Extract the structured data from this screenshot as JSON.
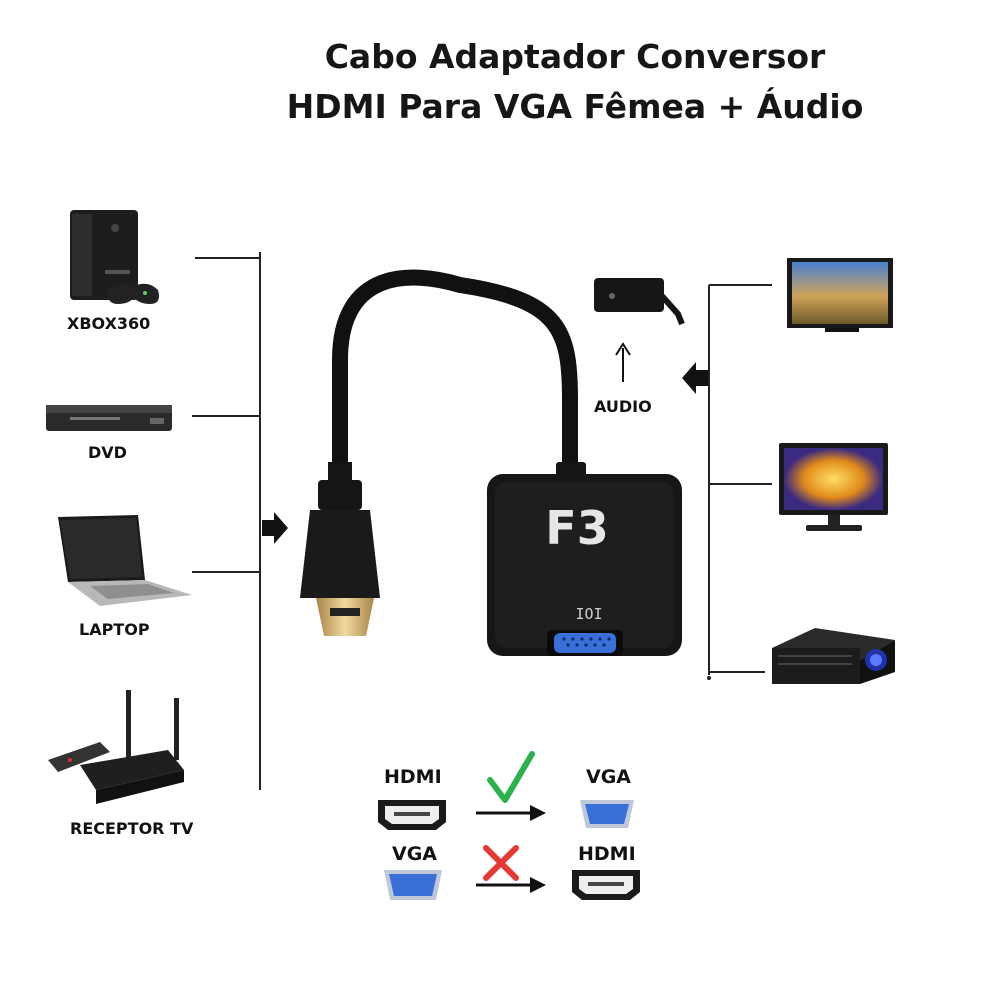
{
  "title": {
    "line1": "Cabo Adaptador Conversor",
    "line2": "HDMI Para VGA Fêmea + Áudio"
  },
  "sources": [
    {
      "label": "XBOX360",
      "icon": "xbox360-console-icon"
    },
    {
      "label": "DVD",
      "icon": "dvd-player-icon"
    },
    {
      "label": "LAPTOP",
      "icon": "laptop-icon"
    },
    {
      "label": "RECEPTOR TV",
      "icon": "tv-receiver-icon"
    }
  ],
  "outputs": [
    {
      "icon": "tv-icon"
    },
    {
      "icon": "monitor-icon"
    },
    {
      "icon": "projector-icon"
    }
  ],
  "audio": {
    "label": "AUDIO",
    "icon": "audio-jack-icon"
  },
  "adapter": {
    "brand": "F3",
    "port_mark": "IOI"
  },
  "compatibility": [
    {
      "from": "HDMI",
      "to": "VGA",
      "supported": true
    },
    {
      "from": "VGA",
      "to": "HDMI",
      "supported": false
    }
  ],
  "colors": {
    "check": "#2bb24c",
    "cross": "#e53935",
    "vga_port": "#3a6fd8",
    "hdmi_gold": "#d4b06a"
  }
}
